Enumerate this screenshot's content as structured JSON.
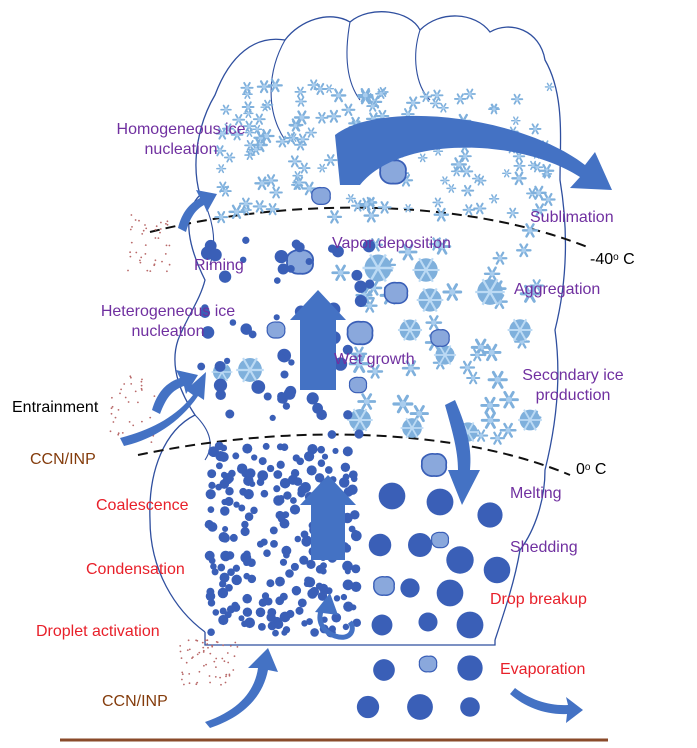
{
  "diagram": {
    "colors": {
      "process_ice": "#7030a0",
      "process_liquid": "#e8202a",
      "source": "#843c0c",
      "arrow": "#4472c4",
      "drop": "#3a5fb7",
      "outline": "#2f4f9f",
      "ground": "#8a4a2a"
    },
    "labels": {
      "homogeneous": [
        "Homogeneous ice",
        "nucleation"
      ],
      "heterogeneous": [
        "Heterogeneous ice",
        "nucleation"
      ],
      "riming": "Riming",
      "vapor_deposition": "Vapor deposition",
      "sublimation": "Sublimation",
      "aggregation": "Aggregation",
      "wet_growth": "Wet growth",
      "secondary_ice": [
        "Secondary ice",
        "production"
      ],
      "melting": "Melting",
      "shedding": "Shedding",
      "drop_breakup": "Drop breakup",
      "evaporation": "Evaporation",
      "coalescence": "Coalescence",
      "condensation": "Condensation",
      "droplet_activation": "Droplet activation",
      "entrainment": "Entrainment",
      "ccn_inp_side": "CCN/INP",
      "ccn_inp_bottom": "CCN/INP"
    },
    "isotherms": {
      "cold": {
        "value": "-40",
        "unit": "o",
        "suffix": " C"
      },
      "freezing": {
        "value": "0",
        "unit": "o",
        "suffix": " C"
      }
    },
    "icons": [
      "snowflake-icon",
      "graupel-icon",
      "drop-icon",
      "aerosol-dot-icon",
      "updraft-arrow-icon"
    ]
  }
}
